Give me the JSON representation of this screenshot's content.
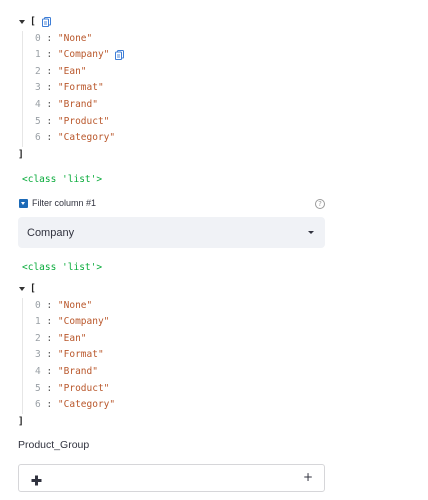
{
  "json_view_1": {
    "open_bracket": "[",
    "close_bracket": "]",
    "items": [
      {
        "index": "0",
        "value": "\"None\""
      },
      {
        "index": "1",
        "value": "\"Company\""
      },
      {
        "index": "2",
        "value": "\"Ean\""
      },
      {
        "index": "3",
        "value": "\"Format\""
      },
      {
        "index": "4",
        "value": "\"Brand\""
      },
      {
        "index": "5",
        "value": "\"Product\""
      },
      {
        "index": "6",
        "value": "\"Category\""
      }
    ]
  },
  "class_output_1": "<class 'list'>",
  "filter": {
    "label": "Filter column #1",
    "help": "?",
    "selected": "Company"
  },
  "class_output_2": "<class 'list'>",
  "json_view_2": {
    "open_bracket": "[",
    "close_bracket": "]",
    "items": [
      {
        "index": "0",
        "value": "\"None\""
      },
      {
        "index": "1",
        "value": "\"Company\""
      },
      {
        "index": "2",
        "value": "\"Ean\""
      },
      {
        "index": "3",
        "value": "\"Format\""
      },
      {
        "index": "4",
        "value": "\"Brand\""
      },
      {
        "index": "5",
        "value": "\"Product\""
      },
      {
        "index": "6",
        "value": "\"Category\""
      }
    ]
  },
  "product_group": {
    "label": "Product_Group",
    "add_symbol": "+"
  },
  "colors": {
    "string_value": "#b9572b",
    "class_text": "#09ab3b",
    "accent": "#1c6ab7",
    "select_bg": "#f0f2f6"
  },
  "icons": {
    "copy": "clipboard-copy-icon",
    "move": "move-cross-icon",
    "help": "question-circle-icon"
  }
}
